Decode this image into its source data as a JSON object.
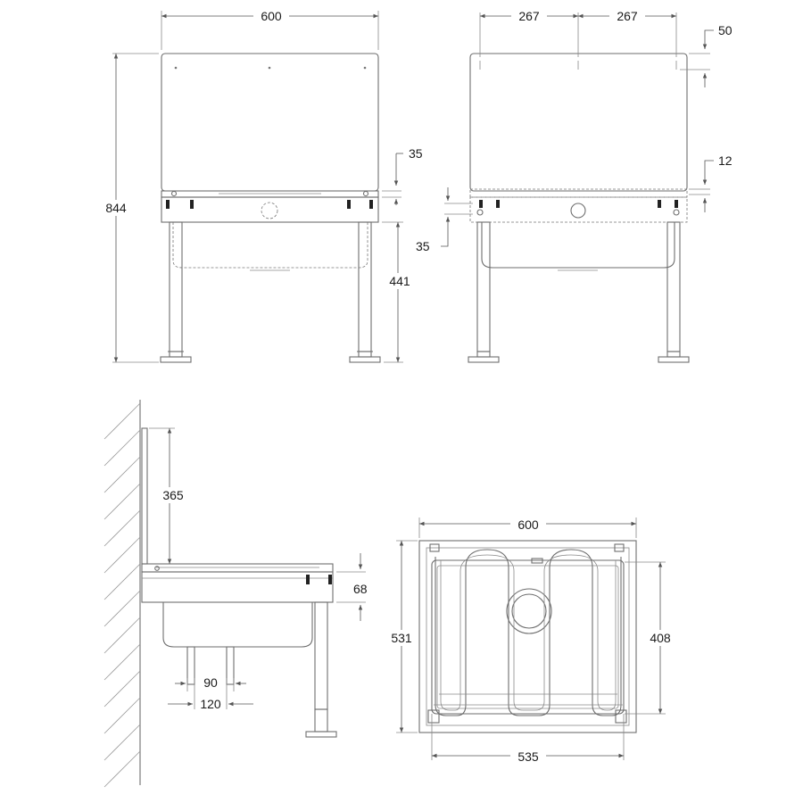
{
  "front_view": {
    "width_label": "600",
    "height_label": "844",
    "lip_label": "35",
    "bowl_height_label": "441"
  },
  "rear_view": {
    "hole_spacing_left": "267",
    "hole_spacing_right": "267",
    "top_offset_label": "50",
    "bottom_offset_label": "12",
    "bracket_label": "35"
  },
  "side_view": {
    "splashback_label": "365",
    "rim_label": "68",
    "outlet_inner_label": "90",
    "outlet_outer_label": "120"
  },
  "plan_view": {
    "width_label": "600",
    "depth_label": "531",
    "grating_depth_label": "408",
    "grating_width_label": "535"
  }
}
